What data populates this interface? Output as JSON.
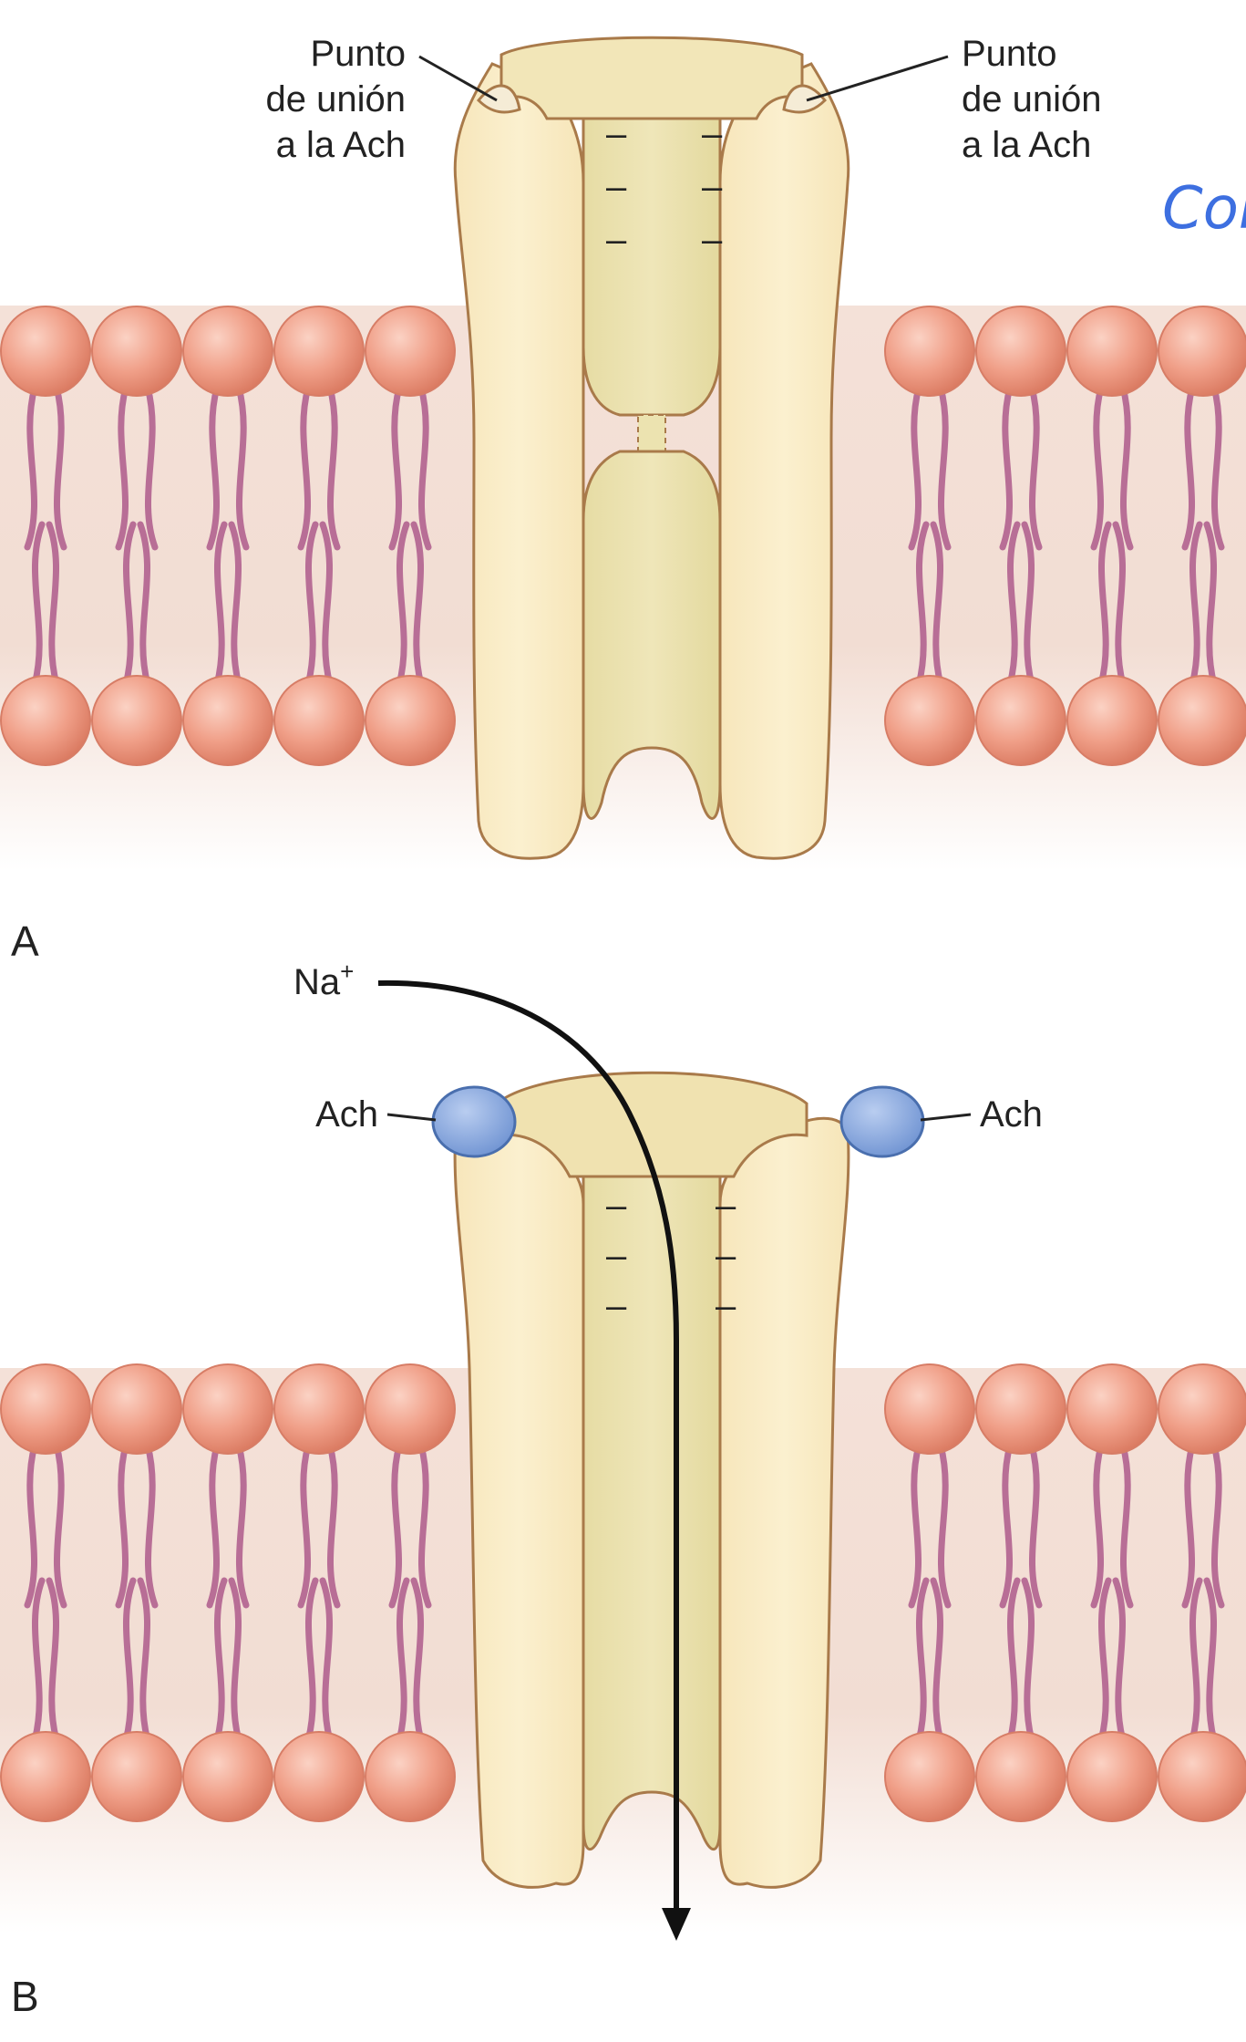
{
  "panels": {
    "a": {
      "panel_letter": "A",
      "binding_site_left": [
        "Punto",
        "de unión",
        "a la Ach"
      ],
      "binding_site_right": [
        "Punto",
        "de unión",
        "a la Ach"
      ],
      "charge_mark": "–"
    },
    "b": {
      "panel_letter": "B",
      "ion_label": "Na",
      "ion_charge": "+",
      "ligand_left": "Ach",
      "ligand_right": "Ach",
      "charge_mark": "–"
    }
  },
  "handwritten_note": "Col",
  "colors": {
    "membrane_band": "#f3e3dc",
    "lipid_head": "#ef9a84",
    "lipid_tail": "#b86e96",
    "channel_body": "#f8ebc2",
    "channel_outline": "#a97a4a",
    "channel_pore": "#e2dfa6",
    "ligand": "#8fb0e3",
    "note_ink": "#3d6fe0"
  }
}
